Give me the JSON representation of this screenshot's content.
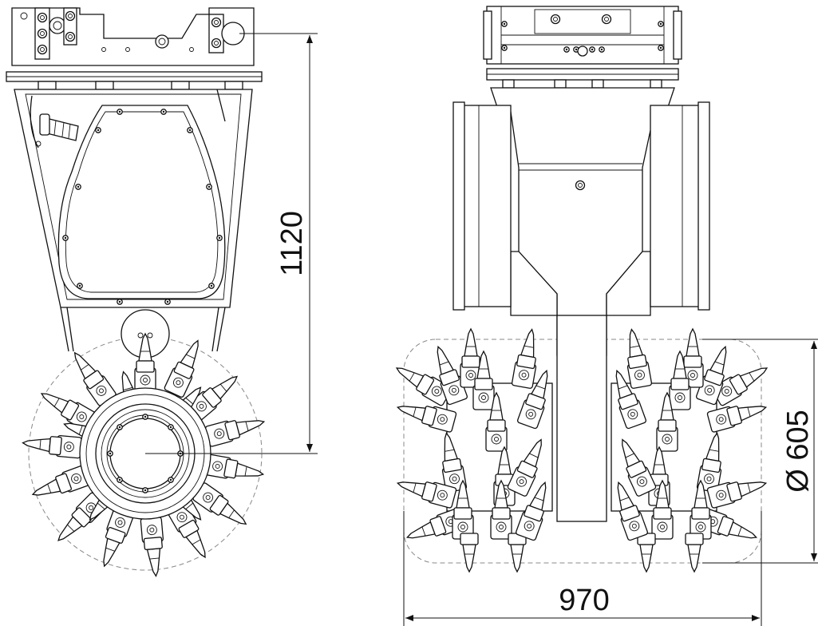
{
  "dimensions": {
    "height": "1120",
    "diameter": "Ø 605",
    "width": "970"
  },
  "views": [
    "side-view",
    "front-view"
  ]
}
